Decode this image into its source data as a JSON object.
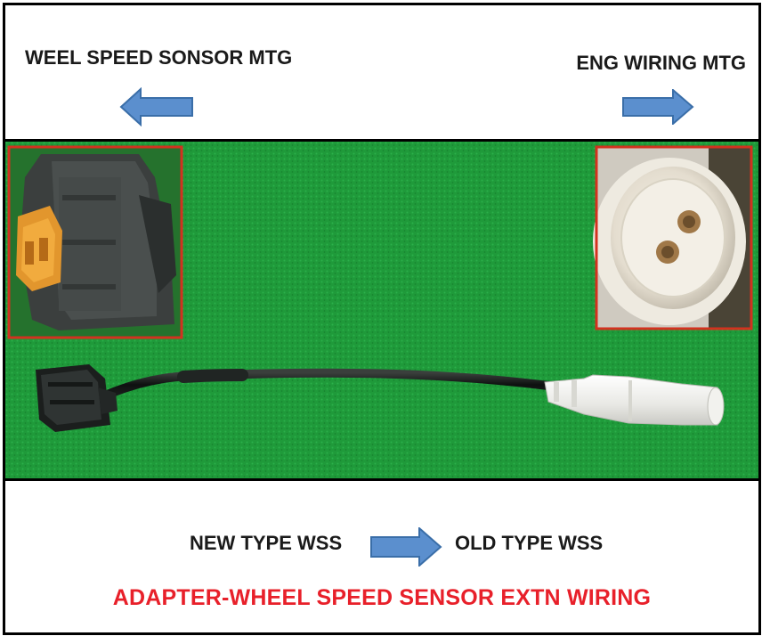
{
  "top": {
    "left_label": "WEEL SPEED SONSOR MTG",
    "right_label": "ENG WIRING MTG"
  },
  "bottom": {
    "new_type": "NEW TYPE  WSS",
    "old_type": "OLD TYPE  WSS",
    "caption": "ADAPTER-WHEEL SPEED SENSOR EXTN WIRING"
  },
  "colors": {
    "arrow_fill": "#5b8fce",
    "arrow_stroke": "#3a6ea8",
    "caption": "#e8202a",
    "inset_border": "#d2321f",
    "background_green": "#1f9a3a"
  },
  "icons": {
    "left_arrow": "arrow-left-icon",
    "right_arrow": "arrow-right-icon",
    "middle_arrow": "arrow-right-icon"
  }
}
